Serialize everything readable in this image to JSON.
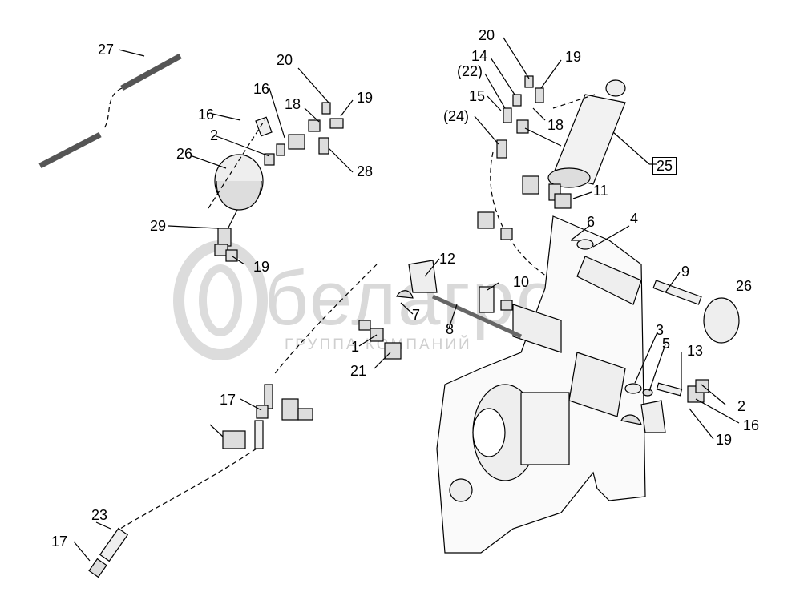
{
  "watermark": {
    "brand": "белагро",
    "subtitle": "ГРУППА КОМПАНИЙ"
  },
  "labels": {
    "l27": "27",
    "l20a": "20",
    "l16a": "16",
    "l18a": "18",
    "l19a": "19",
    "l16b": "16",
    "l2a": "2",
    "l26a": "26",
    "l28": "28",
    "l29": "29",
    "l19b": "19",
    "l20b": "20",
    "l14": "14",
    "l22": "(22)",
    "l19c": "19",
    "l15": "15",
    "l24": "(24)",
    "l18b": "18",
    "l25": "25",
    "l11": "11",
    "l6": "6",
    "l4": "4",
    "l12": "12",
    "l10": "10",
    "l9": "9",
    "l26b": "26",
    "l7": "7",
    "l8": "8",
    "l1": "1",
    "l21": "21",
    "l3": "3",
    "l5": "5",
    "l13": "13",
    "l2b": "2",
    "l16c": "16",
    "l19d": "19",
    "l17a": "17",
    "l23": "23",
    "l17b": "17"
  }
}
